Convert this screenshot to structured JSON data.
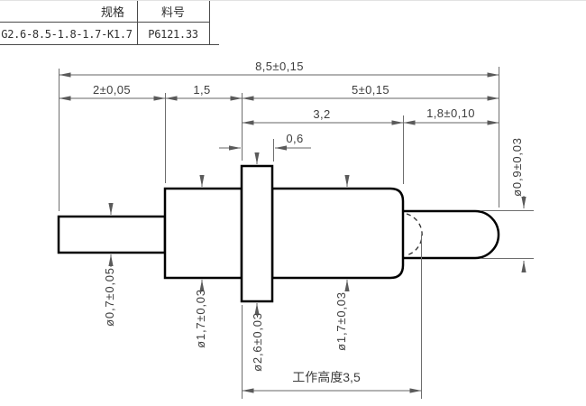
{
  "drawing": {
    "type": "pogo-pin engineering drawing",
    "title_block": {
      "col1_header": "规格",
      "col2_header": "料号",
      "spec": "G2.6-8.5-1.8-1.7-K1.7",
      "part_no": "P6121.33"
    },
    "dims": {
      "overall": "8,5±0,15",
      "seg_tail": "2±0,05",
      "seg_mid": "1,5",
      "seg_front": "5±0,15",
      "seg_barrel": "3,2",
      "seg_tip": "1,8±0,10",
      "flange_thk": "0,6",
      "dia_tail": "ø0,7±0,05",
      "dia_barrel_left": "ø1,7±0,03",
      "dia_flange": "ø2,6±0,03",
      "dia_barrel_right": "ø1,7±0,03",
      "dia_tip": "ø0,9±0,03",
      "working_height": "工作高度3,5"
    },
    "colors": {
      "background": "#ffffff",
      "outline": "#000000",
      "dimension_lines": "#666666",
      "text": "#3d3d3d"
    }
  }
}
